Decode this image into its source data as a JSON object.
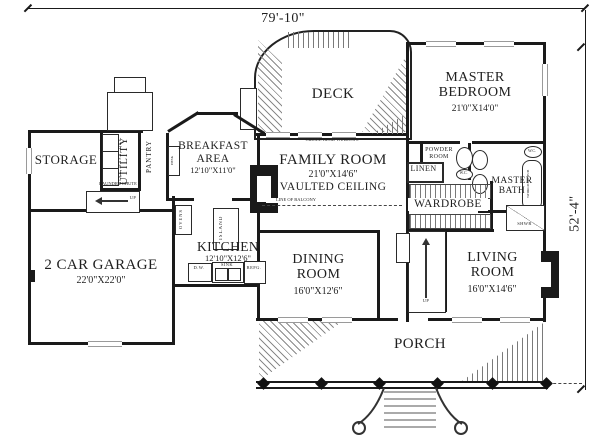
{
  "dimensions": {
    "width": "79'-10\"",
    "height": "52'-4\""
  },
  "rooms": {
    "storage": {
      "name": "STORAGE"
    },
    "utility": {
      "name": "UTILITY"
    },
    "pantry": {
      "name": "PANTRY"
    },
    "breakfast": {
      "name": "BREAKFAST AREA",
      "size": "12'10\"X11'0\""
    },
    "deck": {
      "name": "DECK"
    },
    "master_bedroom": {
      "name": "MASTER BEDROOM",
      "size": "21'0\"X14'0\""
    },
    "family_room": {
      "name": "FAMILY ROOM",
      "size": "21'0\"X14'6\"",
      "note": "VAULTED CEILING"
    },
    "powder_room": {
      "name": "POWDER ROOM"
    },
    "master_bath": {
      "name": "MASTER BATH"
    },
    "linen": {
      "name": "LINEN"
    },
    "wardrobe": {
      "name": "WARDROBE"
    },
    "kitchen": {
      "name": "KITCHEN",
      "size": "12'10\"X12'6\""
    },
    "dining_room": {
      "name": "DINING ROOM",
      "size": "16'0\"X12'6\""
    },
    "living_room": {
      "name": "LIVING ROOM",
      "size": "16'0\"X14'6\""
    },
    "garage": {
      "name": "2 CAR GARAGE",
      "size": "22'0\"X22'0\""
    },
    "porch": {
      "name": "PORCH"
    }
  },
  "annotations": {
    "circle_head_windows": "CIRCLE HEAD WINDOWS",
    "line_of_balcony": "LINE OF BALCONY",
    "laundry_chute": "LAUNDRY CHUTE",
    "up_back": "UP",
    "up_main": "UP",
    "desk": "DESK",
    "dry": "DRY",
    "wash": "WASH",
    "sink_utility": "SINK",
    "ovens": "OVENS",
    "island": "ISLAND",
    "dw": "D.W.",
    "sink": "SINK",
    "refg": "REFG.",
    "wc_powder": "W.C.",
    "wc_bath": "W.C.",
    "whirlpool": "WHIRLPOOL TUB",
    "shwr": "SHWR"
  },
  "colors": {
    "wall": "#1a1a1a",
    "text": "#1f1f1f",
    "hatch": "#8a8a8a",
    "window": "#9a9a9a"
  }
}
